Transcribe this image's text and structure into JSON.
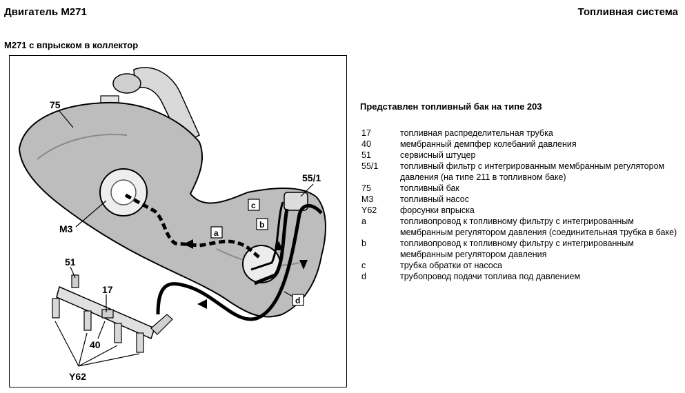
{
  "header": {
    "left_title": "Двигатель M271",
    "right_title": "Топливная система",
    "subtitle": "M271 с впрыском в коллектор"
  },
  "diagram": {
    "callouts": {
      "n75": "75",
      "m3": "M3",
      "n51": "51",
      "n17": "17",
      "n40": "40",
      "y62": "Y62",
      "n55_1": "55/1",
      "c": "c",
      "b": "b",
      "a": "a",
      "d": "d"
    }
  },
  "legend": {
    "title": "Представлен топливный бак на типе 203",
    "items": [
      {
        "key": "17",
        "text": "топливная распределительная трубка"
      },
      {
        "key": "40",
        "text": "мембранный демпфер колебаний давления"
      },
      {
        "key": "51",
        "text": "сервисный штуцер"
      },
      {
        "key": "55/1",
        "text": "топливный фильтр с интегрированным мембранным регулятором давления (на типе 211 в топливном баке)"
      },
      {
        "key": "75",
        "text": "топливный бак"
      },
      {
        "key": "M3",
        "text": "топливный насос"
      },
      {
        "key": "Y62",
        "text": "форсунки впрыска"
      },
      {
        "key": "a",
        "text": "топливопровод к топливному фильтру с интегрированным мембранным регулятором давления (соединительная трубка в баке)"
      },
      {
        "key": "b",
        "text": "топливопровод к топливному фильтру с интегрированным мембранным регулятором давления"
      },
      {
        "key": "c",
        "text": "трубка обратки от насоса"
      },
      {
        "key": "d",
        "text": "трубопровод подачи топлива под давлением"
      }
    ]
  }
}
